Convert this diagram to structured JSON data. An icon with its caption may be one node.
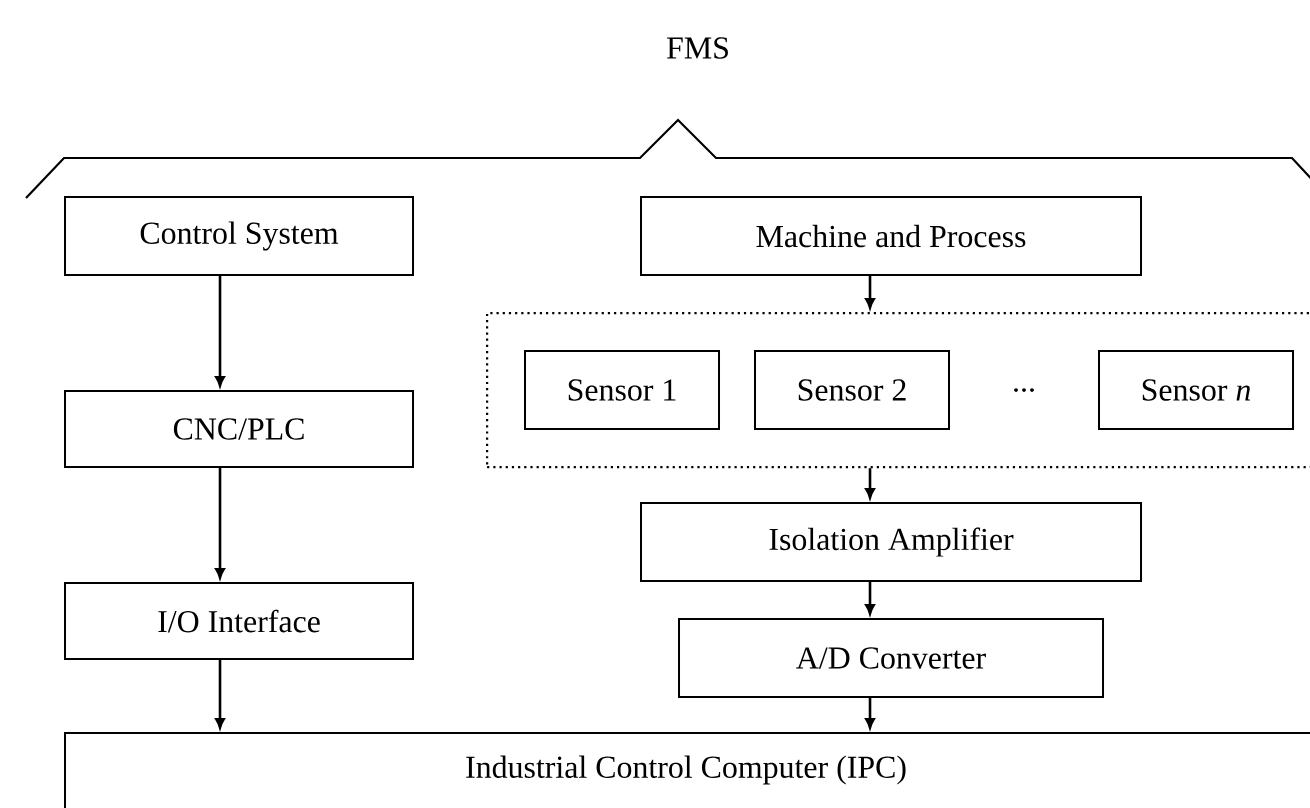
{
  "diagram": {
    "title": "FMS",
    "nodes": [
      {
        "text": [
          "Control System"
        ]
      },
      {
        "text": [
          "CNC/PLC"
        ]
      },
      {
        "text": [
          "I/O Interface"
        ]
      },
      {
        "text": [
          "Machine and Process"
        ]
      },
      {
        "text": [],
        "shape": "box"
      },
      {
        "text": [
          "Sensor 1"
        ],
        "in": 4
      },
      {
        "text": [
          "Sensor 2"
        ],
        "in": 4
      },
      {
        "text": [
          "Sensor *n*"
        ],
        "in": 4
      },
      {
        "text": [
          "Isolation Amplifier"
        ]
      },
      {
        "text": [
          "A/D Converter"
        ]
      },
      {
        "text": [
          "Industrial Control Computer (IPC)"
        ]
      }
    ],
    "edges": [
      {
        "from": 0,
        "to": 1,
        "arrow": "to"
      },
      {
        "from": 1,
        "to": 2,
        "arrow": "to"
      },
      {
        "from": 2,
        "to": 10,
        "arrow": "to"
      },
      {
        "from": 3,
        "to": 4,
        "arrow": "to"
      },
      {
        "from": 4,
        "to": 8,
        "arrow": "to"
      },
      {
        "from": 8,
        "to": 9,
        "arrow": "to"
      },
      {
        "from": 9,
        "to": 10,
        "arrow": "to"
      }
    ],
    "labels": [
      "..."
    ]
  }
}
